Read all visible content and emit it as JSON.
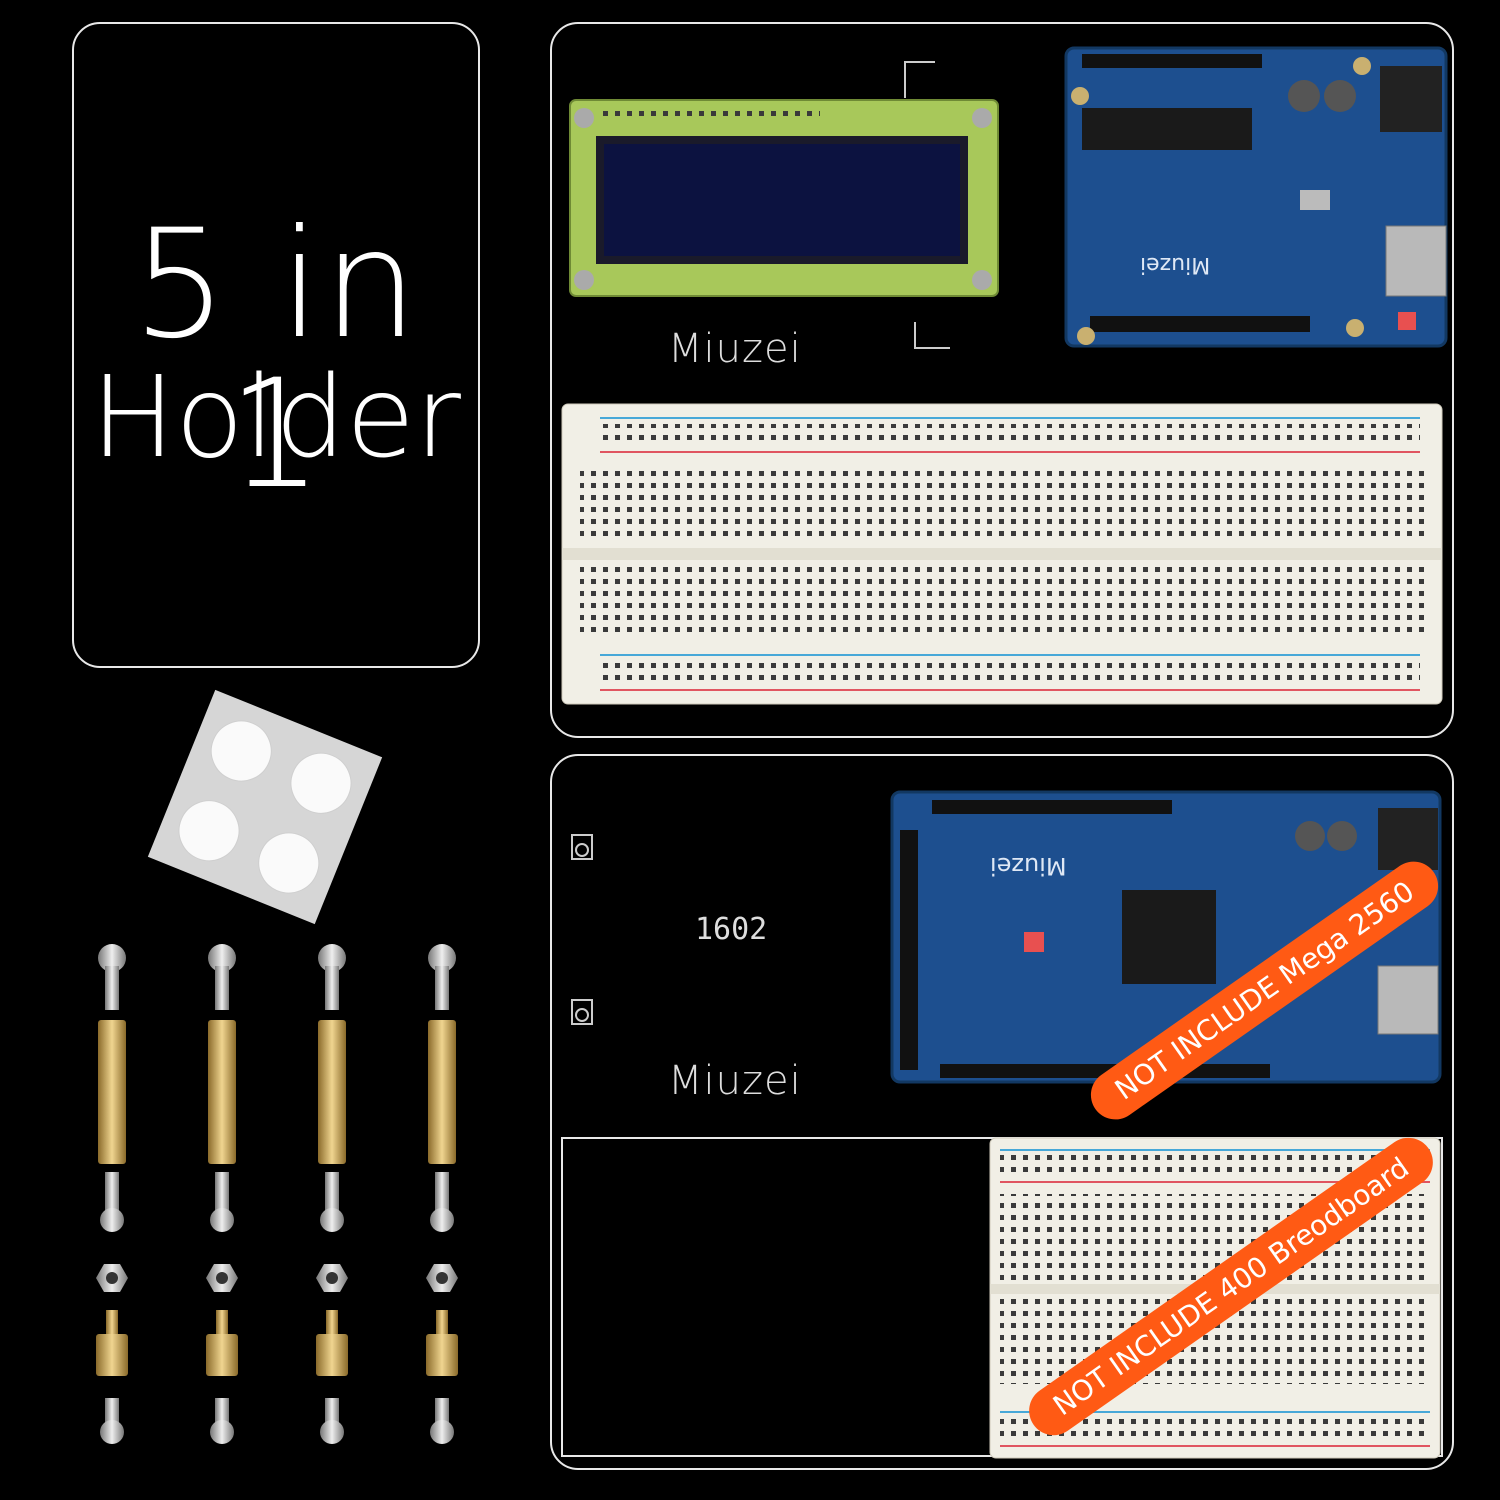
{
  "title": {
    "line1": "5 in 1",
    "line2": "Holder"
  },
  "plates": {
    "top": {
      "brand": "Miuzei"
    },
    "bottom": {
      "brand": "Miuzei",
      "lcd_label": "1602"
    }
  },
  "boards": {
    "uno_brand": "Miuzei",
    "mega_brand": "Miuzei"
  },
  "badges": {
    "mega": "NOT INCLUDE Mega 2560",
    "breadboard": "NOT INCLUDE 400 Breodboard"
  },
  "colors": {
    "background": "#000000",
    "board_blue": "#1d4f8f",
    "breadboard_white": "#f1efe6",
    "badge_orange": "#ff5a14",
    "lcd_green": "#a8c85a"
  }
}
